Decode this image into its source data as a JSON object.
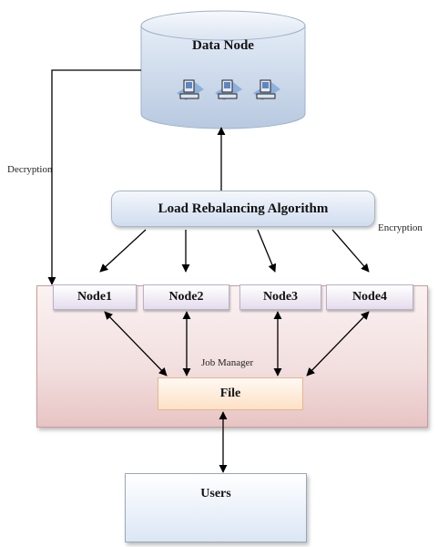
{
  "data_node": {
    "label": "Data Node",
    "icons": [
      "computer-icon",
      "computer-icon",
      "computer-icon"
    ]
  },
  "algorithm": {
    "label": "Load Rebalancing Algorithm"
  },
  "nodes": [
    {
      "label": "Node1"
    },
    {
      "label": "Node2"
    },
    {
      "label": "Node3"
    },
    {
      "label": "Node4"
    }
  ],
  "job_manager": {
    "label": "Job Manager"
  },
  "file": {
    "label": "File"
  },
  "users": {
    "label": "Users"
  },
  "edges": {
    "decryption": "Decryption",
    "encryption": "Encryption"
  },
  "colors": {
    "data_node_fill": "#c9d7ea",
    "data_node_top": "#e9eff8",
    "panel_fill": "#f2dede",
    "file_fill": "#fde1c6",
    "arrow": "#000000"
  }
}
